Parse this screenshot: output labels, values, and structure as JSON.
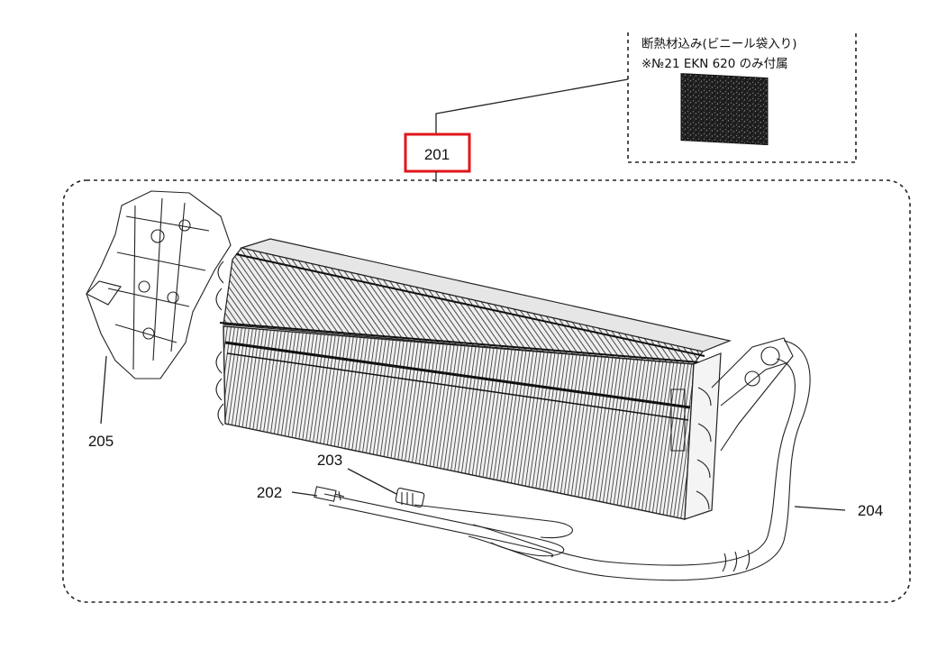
{
  "note": {
    "line1": "断熱材込み(ビニール袋入り)",
    "line2": "※№21 EKN 620 のみ付属"
  },
  "callouts": {
    "p201": "201",
    "p202": "202",
    "p203": "203",
    "p204": "204",
    "p205": "205"
  },
  "colors": {
    "highlight": "#e0161b",
    "ink": "#222222"
  }
}
